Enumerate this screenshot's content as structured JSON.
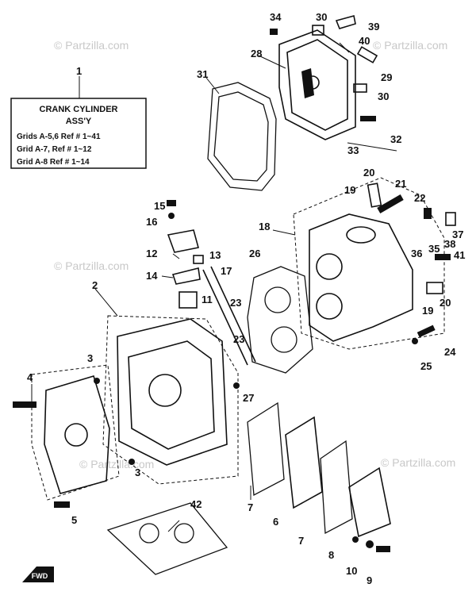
{
  "watermarks": [
    "© Partzilla.com",
    "© Partzilla.com",
    "© Partzilla.com",
    "© Partzilla.com",
    "© Partzilla.com"
  ],
  "assembly_box": {
    "ref": "1",
    "title_line1": "CRANK CYLINDER",
    "title_line2": "ASS'Y",
    "lines": [
      "Grids A-5,6 Ref # 1~41",
      "Grid A-7, Ref # 1~12",
      "Grid A-8 Ref # 1~14"
    ]
  },
  "callouts": [
    {
      "id": "c34",
      "text": "34"
    },
    {
      "id": "c30a",
      "text": "30"
    },
    {
      "id": "c39",
      "text": "39"
    },
    {
      "id": "c28",
      "text": "28"
    },
    {
      "id": "c40",
      "text": "40"
    },
    {
      "id": "c31",
      "text": "31"
    },
    {
      "id": "c29",
      "text": "29"
    },
    {
      "id": "c30b",
      "text": "30"
    },
    {
      "id": "c32",
      "text": "32"
    },
    {
      "id": "c33",
      "text": "33"
    },
    {
      "id": "c20a",
      "text": "20"
    },
    {
      "id": "c21",
      "text": "21"
    },
    {
      "id": "c19a",
      "text": "19"
    },
    {
      "id": "c22",
      "text": "22"
    },
    {
      "id": "c15",
      "text": "15"
    },
    {
      "id": "c16",
      "text": "16"
    },
    {
      "id": "c18",
      "text": "18"
    },
    {
      "id": "c37",
      "text": "37"
    },
    {
      "id": "c38",
      "text": "38"
    },
    {
      "id": "c35",
      "text": "35"
    },
    {
      "id": "c36",
      "text": "36"
    },
    {
      "id": "c41",
      "text": "41"
    },
    {
      "id": "c12",
      "text": "12"
    },
    {
      "id": "c13",
      "text": "13"
    },
    {
      "id": "c26",
      "text": "26"
    },
    {
      "id": "c14",
      "text": "14"
    },
    {
      "id": "c17",
      "text": "17"
    },
    {
      "id": "c2",
      "text": "2"
    },
    {
      "id": "c11",
      "text": "11"
    },
    {
      "id": "c23a",
      "text": "23"
    },
    {
      "id": "c19b",
      "text": "19"
    },
    {
      "id": "c20b",
      "text": "20"
    },
    {
      "id": "c23b",
      "text": "23"
    },
    {
      "id": "c24",
      "text": "24"
    },
    {
      "id": "c3a",
      "text": "3"
    },
    {
      "id": "c25",
      "text": "25"
    },
    {
      "id": "c4",
      "text": "4"
    },
    {
      "id": "c27",
      "text": "27"
    },
    {
      "id": "c3b",
      "text": "3"
    },
    {
      "id": "c42",
      "text": "42"
    },
    {
      "id": "c7a",
      "text": "7"
    },
    {
      "id": "c5",
      "text": "5"
    },
    {
      "id": "c6",
      "text": "6"
    },
    {
      "id": "c7b",
      "text": "7"
    },
    {
      "id": "c8",
      "text": "8"
    },
    {
      "id": "c10",
      "text": "10"
    },
    {
      "id": "c9",
      "text": "9"
    }
  ],
  "fwd_badge": "FWD",
  "colors": {
    "ink": "#111111",
    "watermark": "#c8c8c8",
    "background": "#ffffff"
  }
}
